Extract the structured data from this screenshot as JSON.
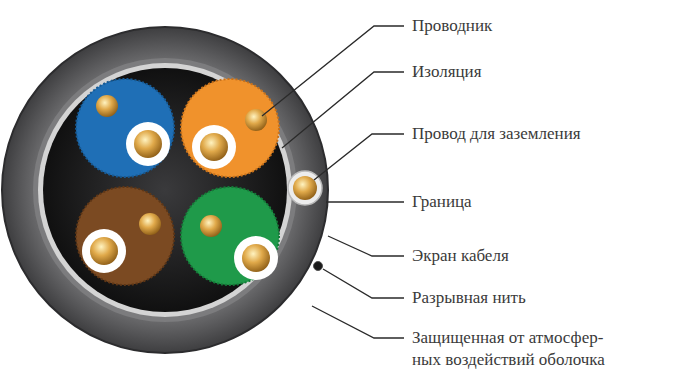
{
  "diagram": {
    "labels": [
      "Проводник",
      "Изоляция",
      "Провод для заземления",
      "Граница",
      "Экран кабеля",
      "Разрывная нить",
      "Защищенная от атмосфер- ных воздействий оболочка"
    ]
  }
}
